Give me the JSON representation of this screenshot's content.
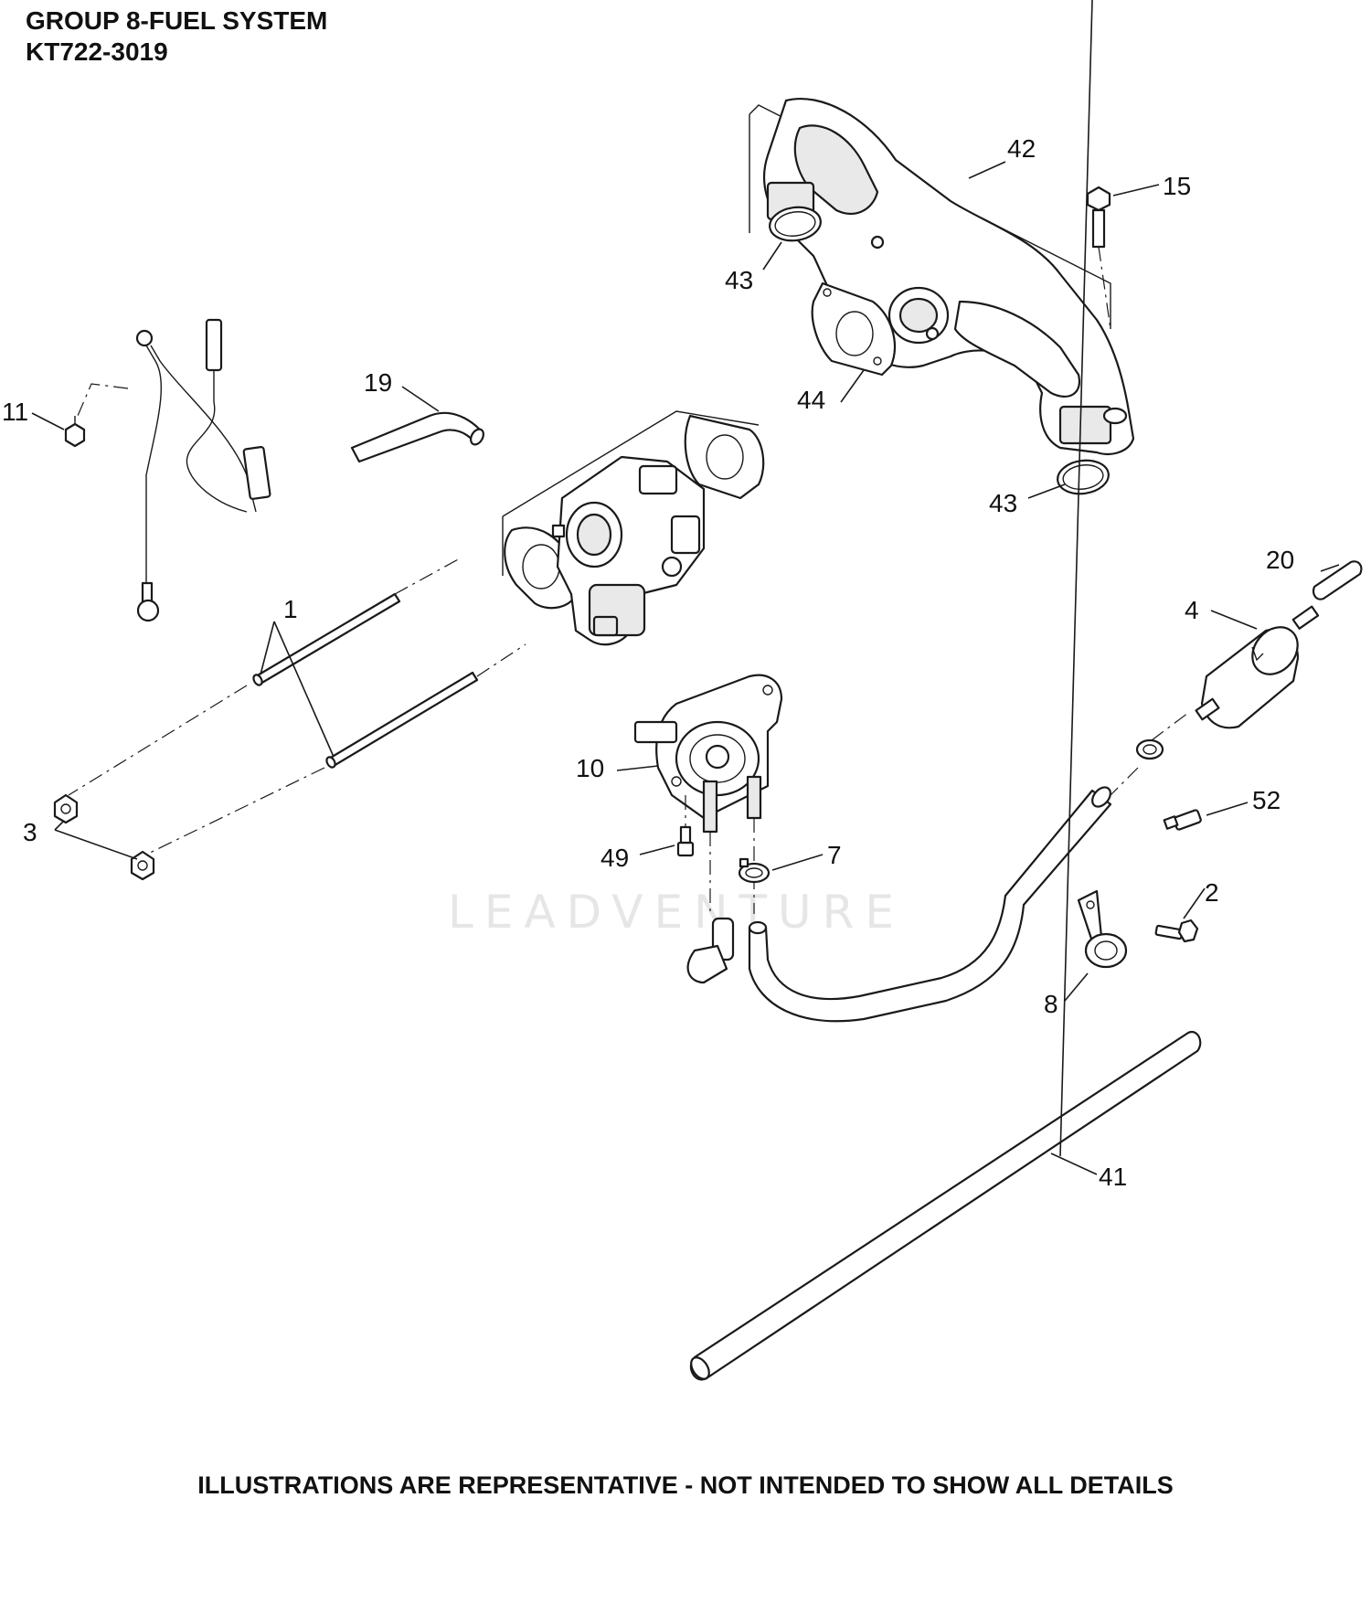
{
  "header": {
    "line1": "GROUP 8-FUEL SYSTEM",
    "line2": "KT722-3019"
  },
  "footer": {
    "note": "ILLUSTRATIONS ARE REPRESENTATIVE - NOT INTENDED TO SHOW ALL DETAILS"
  },
  "watermark": "LEADVENTURE",
  "callouts": {
    "c1": "1",
    "c2": "2",
    "c3": "3",
    "c4": "4",
    "c7": "7",
    "c8": "8",
    "c10": "10",
    "c11": "11",
    "c15": "15",
    "c19": "19",
    "c20": "20",
    "c41": "41",
    "c42": "42",
    "c43a": "43",
    "c43b": "43",
    "c44": "44",
    "c49": "49",
    "c52": "52"
  }
}
